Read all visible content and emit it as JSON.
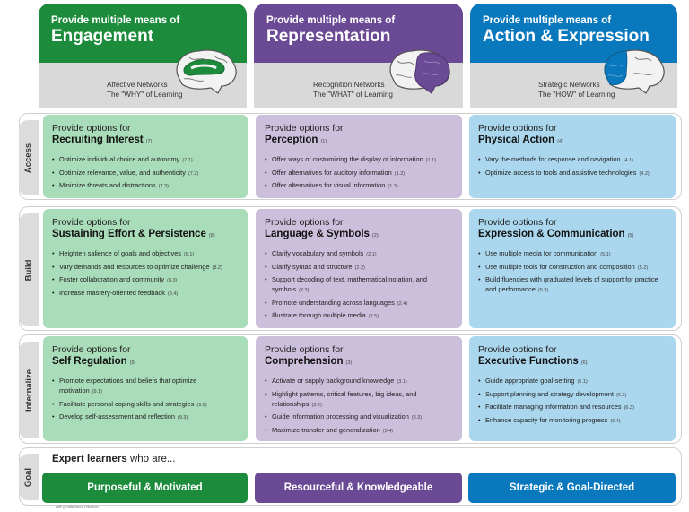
{
  "columns": [
    {
      "line1": "Provide multiple means of",
      "line2": "Engagement",
      "network": "Affective Networks",
      "network_sub": "The \"WHY\" of Learning",
      "color": "#1c8c3c"
    },
    {
      "line1": "Provide multiple means of",
      "line2": "Representation",
      "network": "Recognition Networks",
      "network_sub": "The \"WHAT\" of Learning",
      "color": "#6b4a95"
    },
    {
      "line1": "Provide multiple means of",
      "line2": "Action & Expression",
      "network": "Strategic Networks",
      "network_sub": "The \"HOW\" of Learning",
      "color": "#0a78bd"
    }
  ],
  "rows": [
    {
      "label": "Access",
      "cells": [
        {
          "intro": "Provide options for",
          "title": "Recruiting Interest",
          "ref": "(7)",
          "items": [
            {
              "text": "Optimize individual choice and autonomy",
              "ref": "(7.1)"
            },
            {
              "text": "Optimize relevance, value, and authenticity",
              "ref": "(7.2)"
            },
            {
              "text": "Minimize threats and distractions",
              "ref": "(7.3)"
            }
          ]
        },
        {
          "intro": "Provide options for",
          "title": "Perception",
          "ref": "(1)",
          "items": [
            {
              "text": "Offer ways of customizing the display of information",
              "ref": "(1.1)"
            },
            {
              "text": "Offer alternatives for auditory information",
              "ref": "(1.2)"
            },
            {
              "text": "Offer alternatives for visual information",
              "ref": "(1.3)"
            }
          ]
        },
        {
          "intro": "Provide options for",
          "title": "Physical Action",
          "ref": "(4)",
          "items": [
            {
              "text": "Vary the methods for response and navigation",
              "ref": "(4.1)"
            },
            {
              "text": "Optimize access to tools and assistive technologies",
              "ref": "(4.2)"
            }
          ]
        }
      ]
    },
    {
      "label": "Build",
      "cells": [
        {
          "intro": "Provide options for",
          "title": "Sustaining Effort & Persistence",
          "ref": "(8)",
          "items": [
            {
              "text": "Heighten salience of goals and objectives",
              "ref": "(8.1)"
            },
            {
              "text": "Vary demands and resources to optimize challenge",
              "ref": "(8.2)"
            },
            {
              "text": "Foster collaboration and community",
              "ref": "(8.3)"
            },
            {
              "text": "Increase mastery-oriented feedback",
              "ref": "(8.4)"
            }
          ]
        },
        {
          "intro": "Provide options for",
          "title": "Language & Symbols",
          "ref": "(2)",
          "items": [
            {
              "text": "Clarify vocabulary and symbols",
              "ref": "(2.1)"
            },
            {
              "text": "Clarify syntax and structure",
              "ref": "(2.2)"
            },
            {
              "text": "Support decoding of text, mathematical notation, and symbols",
              "ref": "(2.3)"
            },
            {
              "text": "Promote understanding across languages",
              "ref": "(2.4)"
            },
            {
              "text": "Illustrate through multiple media",
              "ref": "(2.5)"
            }
          ]
        },
        {
          "intro": "Provide options for",
          "title": "Expression & Communication",
          "ref": "(5)",
          "items": [
            {
              "text": "Use multiple media for communication",
              "ref": "(5.1)"
            },
            {
              "text": "Use multiple tools for construction and composition",
              "ref": "(5.2)"
            },
            {
              "text": "Build fluencies with graduated levels of support for practice and performance",
              "ref": "(5.3)"
            }
          ]
        }
      ]
    },
    {
      "label": "Internalize",
      "cells": [
        {
          "intro": "Provide options for",
          "title": "Self Regulation",
          "ref": "(9)",
          "items": [
            {
              "text": "Promote expectations and beliefs that optimize motivation",
              "ref": "(9.1)"
            },
            {
              "text": "Facilitate personal coping skills and strategies",
              "ref": "(9.2)"
            },
            {
              "text": "Develop self-assessment and reflection",
              "ref": "(9.3)"
            }
          ]
        },
        {
          "intro": "Provide options for",
          "title": "Comprehension",
          "ref": "(3)",
          "items": [
            {
              "text": "Activate or supply background knowledge",
              "ref": "(3.1)"
            },
            {
              "text": "Highlight patterns, critical features, big ideas, and relationships",
              "ref": "(3.2)"
            },
            {
              "text": "Guide information processing and visualization",
              "ref": "(3.3)"
            },
            {
              "text": "Maximize transfer and generalization",
              "ref": "(3.4)"
            }
          ]
        },
        {
          "intro": "Provide options for",
          "title": "Executive Functions",
          "ref": "(6)",
          "items": [
            {
              "text": "Guide appropriate goal-setting",
              "ref": "(6.1)"
            },
            {
              "text": "Support planning and strategy development",
              "ref": "(6.2)"
            },
            {
              "text": "Facilitate managing information and resources",
              "ref": "(6.3)"
            },
            {
              "text": "Enhance capacity for monitoring progress",
              "ref": "(6.4)"
            }
          ]
        }
      ]
    }
  ],
  "goal": {
    "label": "Goal",
    "heading_bold": "Expert learners",
    "heading_rest": " who are...",
    "outcomes": [
      "Purposeful & Motivated",
      "Resourceful & Knowledgeable",
      "Strategic & Goal-Directed"
    ]
  },
  "footnote": "udl guidelines citation"
}
